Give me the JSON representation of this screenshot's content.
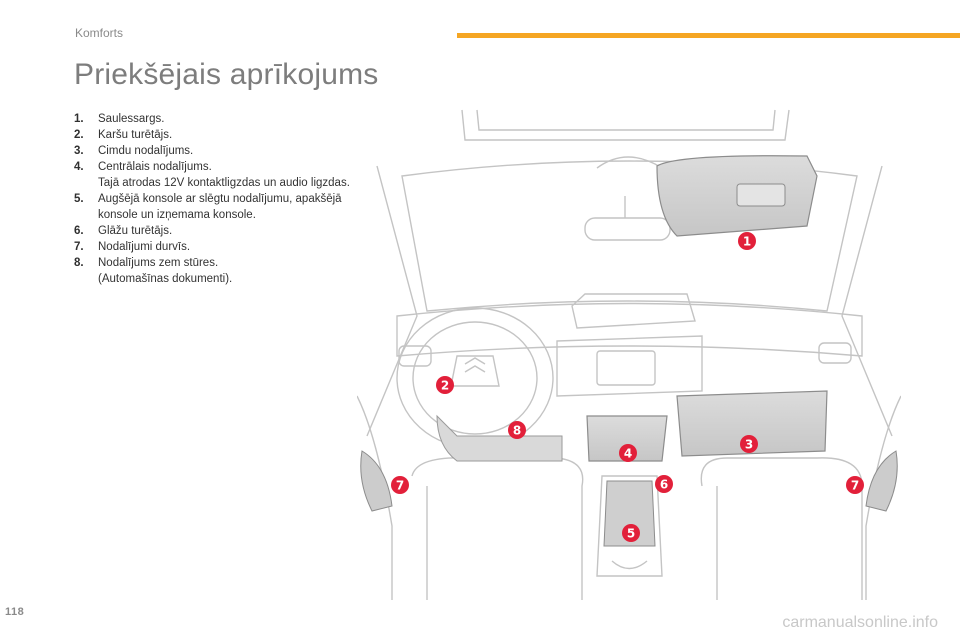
{
  "header": {
    "section": "Komforts",
    "accent_color": "#f5a623"
  },
  "page": {
    "title": "Priekšējais aprīkojums",
    "number": "118"
  },
  "items": [
    {
      "num": "1.",
      "text": "Saulessargs."
    },
    {
      "num": "2.",
      "text": "Karšu turētājs."
    },
    {
      "num": "3.",
      "text": "Cimdu nodalījums."
    },
    {
      "num": "4.",
      "text": "Centrālais nodalījums.",
      "sub": "Tajā atrodas 12V kontaktligzdas un audio ligzdas."
    },
    {
      "num": "5.",
      "text": "Augšējā konsole ar slēgtu nodalījumu, apakšējā konsole un izņemama konsole."
    },
    {
      "num": "6.",
      "text": "Glāžu turētājs."
    },
    {
      "num": "7.",
      "text": "Nodalījumi durvīs."
    },
    {
      "num": "8.",
      "text": "Nodalījums zem stūres.",
      "sub": "(Automašīnas dokumenti)."
    }
  ],
  "figure": {
    "callout_color": "#e2203a",
    "callouts": [
      "1",
      "2",
      "3",
      "4",
      "5",
      "6",
      "7",
      "7",
      "8"
    ]
  },
  "watermark": "carmanualsonline.info"
}
